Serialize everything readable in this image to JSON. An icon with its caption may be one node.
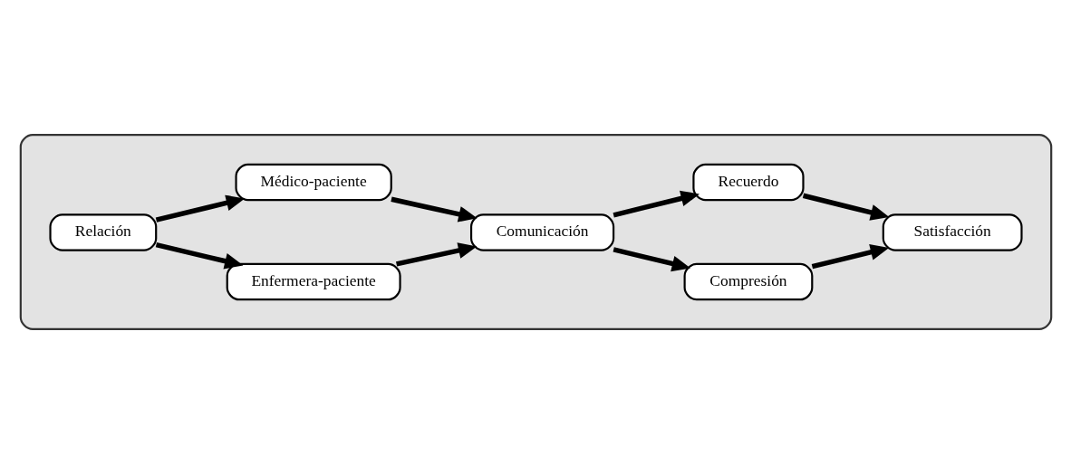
{
  "diagram": {
    "nodes": [
      {
        "text": [],
        "shape": "box"
      },
      {
        "text": [
          "Enfermera-paciente"
        ],
        "in": 0
      },
      {
        "text": [
          "Compresión"
        ],
        "in": 0
      },
      {
        "text": [
          "Relación"
        ],
        "in": 0
      },
      {
        "text": [
          "Comunicación"
        ],
        "in": 0
      },
      {
        "text": [
          "Satisfacción"
        ],
        "in": 0
      },
      {
        "text": [
          "Médico-paciente"
        ],
        "in": 0
      },
      {
        "text": [
          "Recuerdo"
        ],
        "in": 0
      }
    ],
    "edges": [
      {
        "from": 3,
        "to": 1,
        "arrow": "to"
      },
      {
        "from": 3,
        "to": 6,
        "arrow": "to"
      },
      {
        "from": 1,
        "to": 4,
        "arrow": "to"
      },
      {
        "from": 6,
        "to": 4,
        "arrow": "to"
      },
      {
        "from": 4,
        "to": 2,
        "arrow": "to"
      },
      {
        "from": 4,
        "to": 7,
        "arrow": "to"
      },
      {
        "from": 2,
        "to": 5,
        "arrow": "to"
      },
      {
        "from": 7,
        "to": 5,
        "arrow": "to"
      }
    ]
  }
}
